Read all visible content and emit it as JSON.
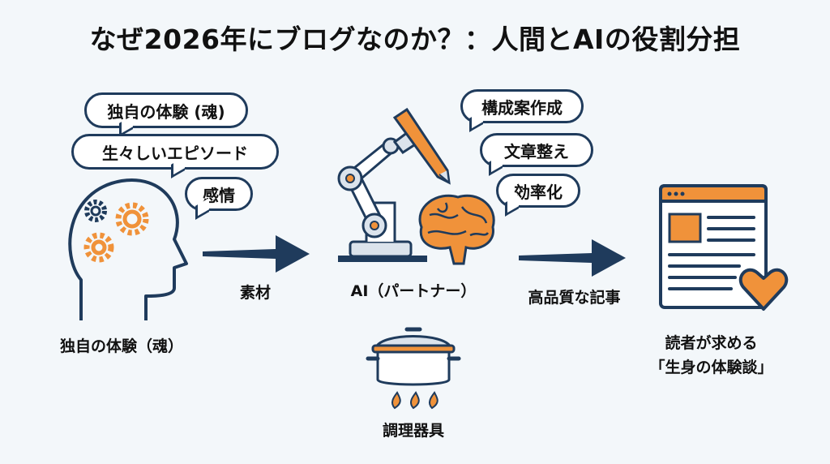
{
  "title": "なぜ2026年にブログなのか？：人間とAIの役割分担",
  "human": {
    "bubbles": [
      "独自の体験 (魂)",
      "生々しいエピソード",
      "感情"
    ],
    "label": "独自の体験（魂）"
  },
  "arrow1_label": "素材",
  "ai": {
    "bubbles": [
      "構成案作成",
      "文章整え",
      "効率化"
    ],
    "label": "AI（パートナー）"
  },
  "tool_label": "調理器具",
  "arrow2_label": "高品質な記事",
  "reader": {
    "label_line1": "読者が求める",
    "label_line2": "「生身の体験談」"
  },
  "colors": {
    "navy": "#1f3b5c",
    "orange": "#f0923a",
    "light": "#dbe3ec",
    "background": "#f3f7fa"
  }
}
